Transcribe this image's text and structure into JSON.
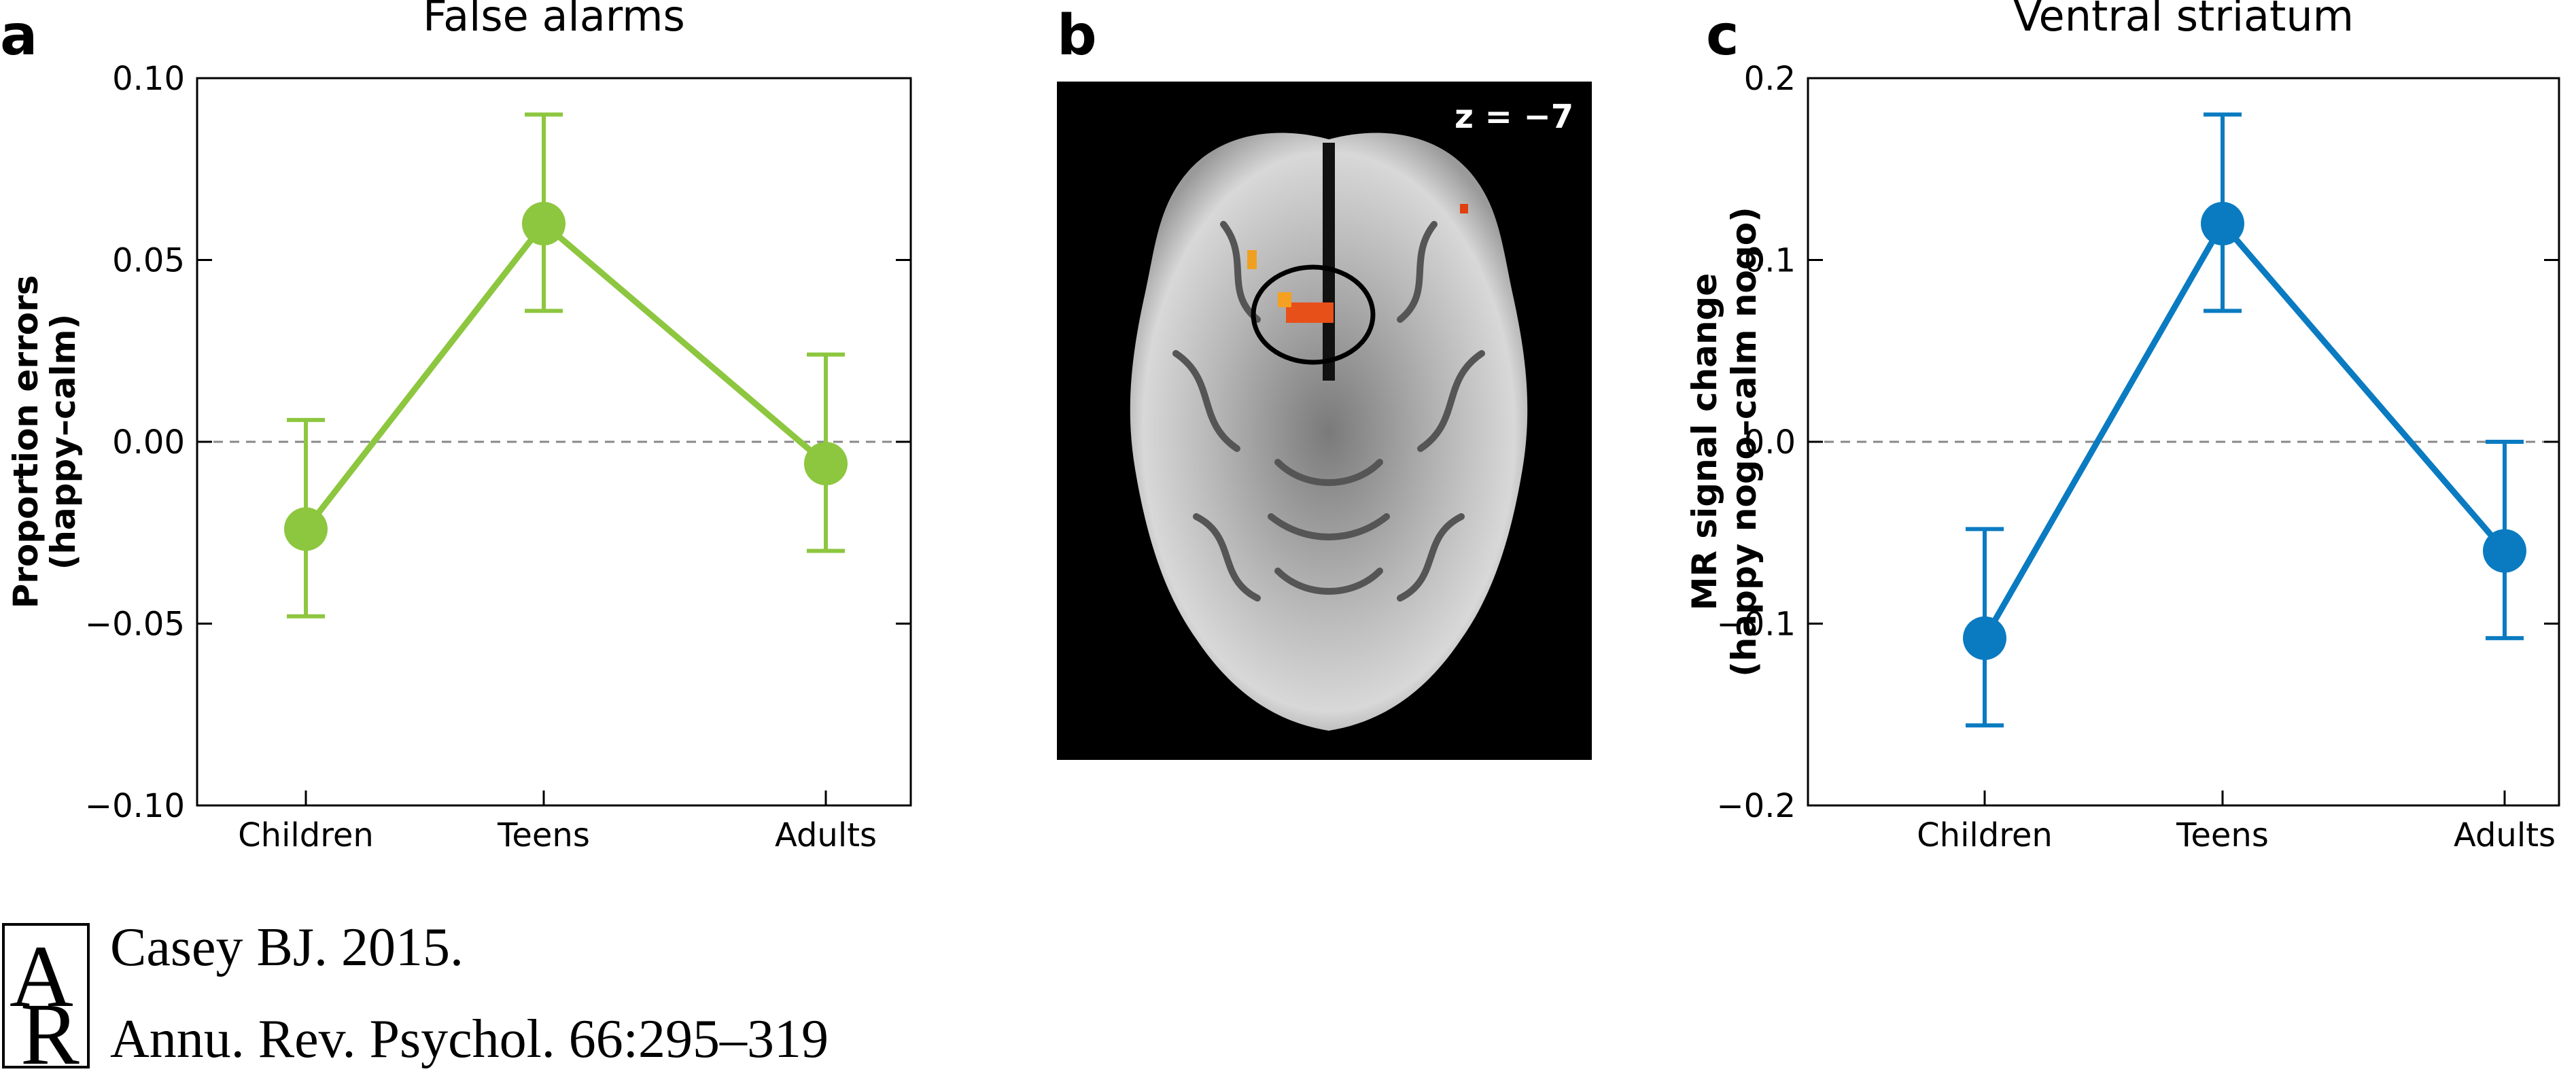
{
  "chart_data": [
    {
      "panel": "a",
      "type": "line",
      "title": "False alarms",
      "categories": [
        "Children",
        "Teens",
        "Adults"
      ],
      "ylabel": [
        "Proportion errors",
        "(happy–calm)"
      ],
      "ylim": [
        -0.1,
        0.1
      ],
      "yticks": [
        0.1,
        0.05,
        0.0,
        -0.05,
        -0.1
      ],
      "ytick_labels": [
        "0.10",
        "0.05",
        "0.00",
        "−0.05",
        "−0.10"
      ],
      "series": [
        {
          "values": [
            -0.024,
            0.06,
            -0.006
          ],
          "error_low": [
            -0.048,
            0.036,
            -0.03
          ],
          "error_high": [
            0.006,
            0.09,
            0.024
          ],
          "color": "#8dc63f"
        }
      ],
      "zero_line": "dashed"
    },
    {
      "panel": "c",
      "type": "line",
      "title": "Ventral striatum",
      "categories": [
        "Children",
        "Teens",
        "Adults"
      ],
      "ylabel": [
        "MR signal change",
        "(happy nogo–calm nogo)"
      ],
      "ylim": [
        -0.2,
        0.2
      ],
      "yticks": [
        0.2,
        0.1,
        0.0,
        -0.1,
        -0.2
      ],
      "ytick_labels": [
        "0.2",
        "0.1",
        "0.0",
        "−0.1",
        "−0.2"
      ],
      "series": [
        {
          "values": [
            -0.108,
            0.12,
            -0.06
          ],
          "error_low": [
            -0.156,
            0.072,
            -0.108
          ],
          "error_high": [
            -0.048,
            0.18,
            0.0
          ],
          "color": "#0a7bc1"
        }
      ],
      "zero_line": "dashed"
    }
  ],
  "panel_letters": {
    "a": "a",
    "b": "b",
    "c": "c"
  },
  "brain_panel": {
    "z_label": "z = −7"
  },
  "citation": {
    "line1": "Casey BJ. 2015.",
    "line2": "Annu. Rev. Psychol. 66:295–319",
    "logo": "AR"
  }
}
